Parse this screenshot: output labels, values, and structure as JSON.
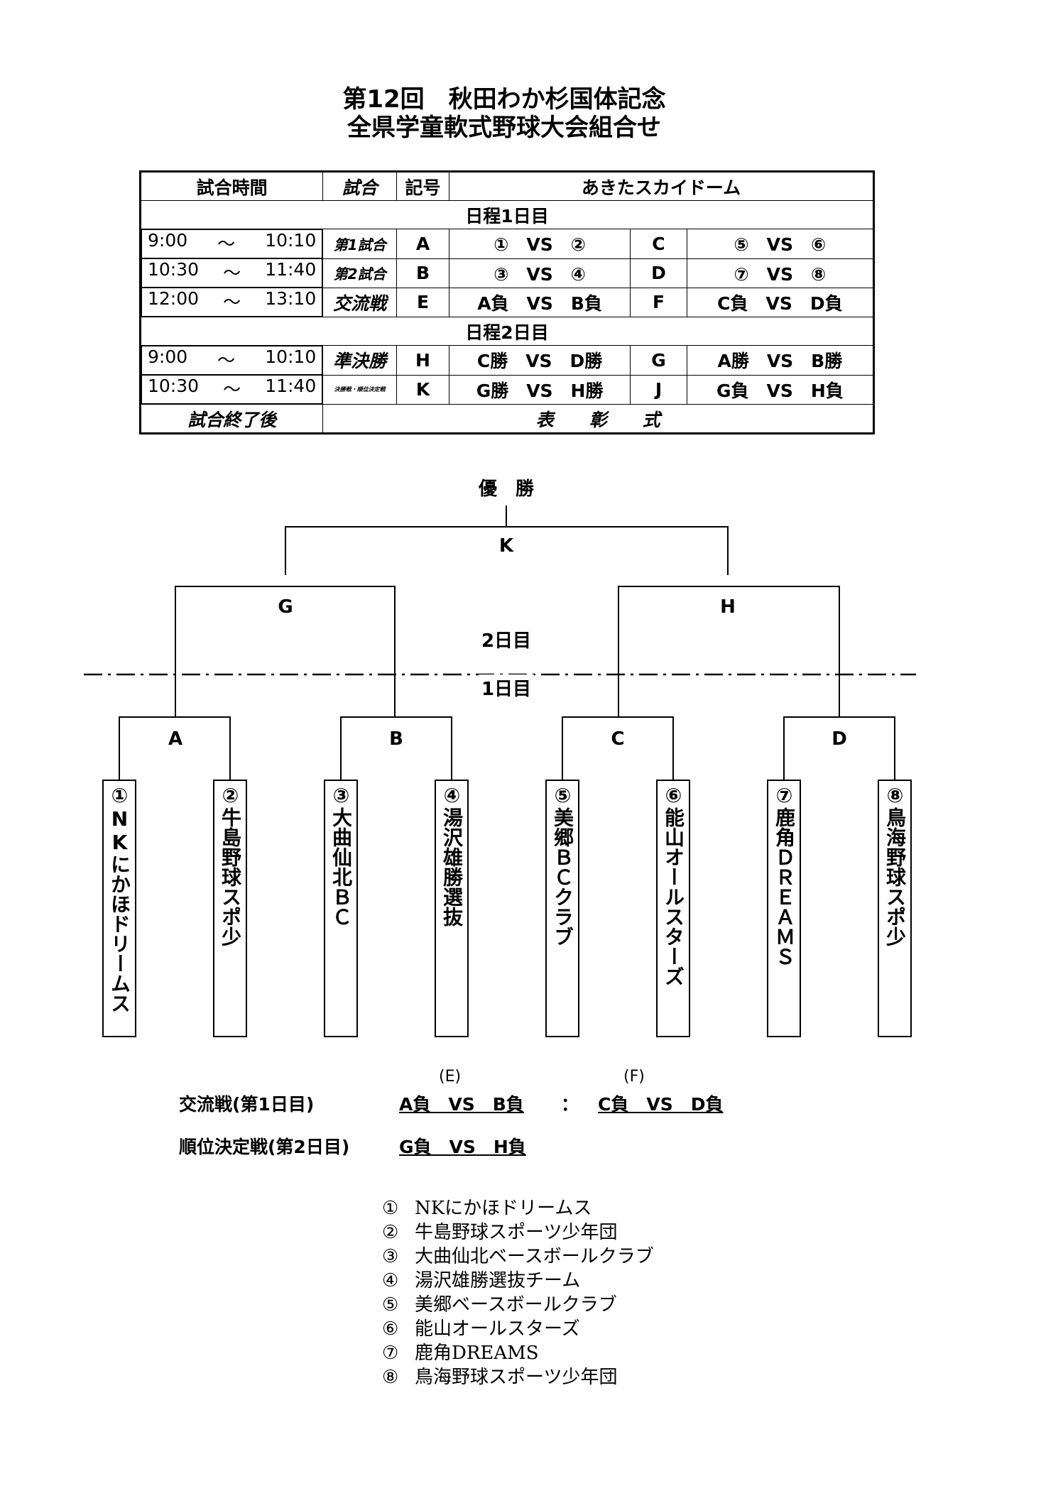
{
  "title": {
    "line1": "第12回　秋田わか杉国体記念",
    "line2": "全県学童軟式野球大会組合せ"
  },
  "schedule": {
    "headers": {
      "time": "試合時間",
      "game": "試合",
      "code": "記号",
      "venue": "あきたスカイドーム"
    },
    "day1_label": "日程1日目",
    "day2_label": "日程2日目",
    "rows": [
      {
        "start": "9:00",
        "tilde": "～",
        "end": "10:10",
        "game": "第1試合",
        "code1": "A",
        "match1": "①　VS　②",
        "code2": "C",
        "match2": "⑤　VS　⑥"
      },
      {
        "start": "10:30",
        "tilde": "～",
        "end": "11:40",
        "game": "第2試合",
        "code1": "B",
        "match1": "③　VS　④",
        "code2": "D",
        "match2": "⑦　VS　⑧"
      },
      {
        "start": "12:00",
        "tilde": "～",
        "end": "13:10",
        "game": "交流戦",
        "code1": "E",
        "match1": "A負　VS　B負",
        "code2": "F",
        "match2": "C負　VS　D負"
      },
      {
        "start": "9:00",
        "tilde": "～",
        "end": "10:10",
        "game": "準決勝",
        "code1": "H",
        "match1": "C勝　VS　D勝",
        "code2": "G",
        "match2": "A勝　VS　B勝"
      },
      {
        "start": "10:30",
        "tilde": "～",
        "end": "11:40",
        "game": "決勝戦・順位決定戦",
        "code1": "K",
        "match1": "G勝　VS　H勝",
        "code2": "J",
        "match2": "G負　VS　H負"
      }
    ],
    "after": "試合終了後",
    "ceremony": "表　　彰　　式"
  },
  "bracket": {
    "champion": "優　勝",
    "final": "K",
    "semi_left": "G",
    "semi_right": "H",
    "day2": "2日目",
    "day1": "1日目",
    "first_round": [
      "A",
      "B",
      "C",
      "D"
    ],
    "teams": [
      "①NKにかほドリームス",
      "②牛島野球スポ少",
      "③大曲仙北ＢＣ",
      "④湯沢雄勝選抜",
      "⑤美郷ＢＣクラブ",
      "⑥能山オールスターズ",
      "⑦鹿角ＤＲＥＡＭＳ",
      "⑧鳥海野球スポ少"
    ]
  },
  "extra": {
    "e_label": "(E)",
    "f_label": "(F)",
    "exchange_title": "交流戦(第1日目)",
    "exchange_e": "A負　VS　B負",
    "separator": "：",
    "exchange_f": "C負　VS　D負",
    "ranking_title": "順位決定戦(第2日目)",
    "ranking_match": "G負　VS　H負"
  },
  "legend": [
    {
      "num": "①",
      "name": "NKにかほドリームス"
    },
    {
      "num": "②",
      "name": "牛島野球スポーツ少年団"
    },
    {
      "num": "③",
      "name": "大曲仙北ベースボールクラブ"
    },
    {
      "num": "④",
      "name": "湯沢雄勝選抜チーム"
    },
    {
      "num": "⑤",
      "name": "美郷ベースボールクラブ"
    },
    {
      "num": "⑥",
      "name": "能山オールスターズ"
    },
    {
      "num": "⑦",
      "name": "鹿角DREAMS"
    },
    {
      "num": "⑧",
      "name": "鳥海野球スポーツ少年団"
    }
  ]
}
